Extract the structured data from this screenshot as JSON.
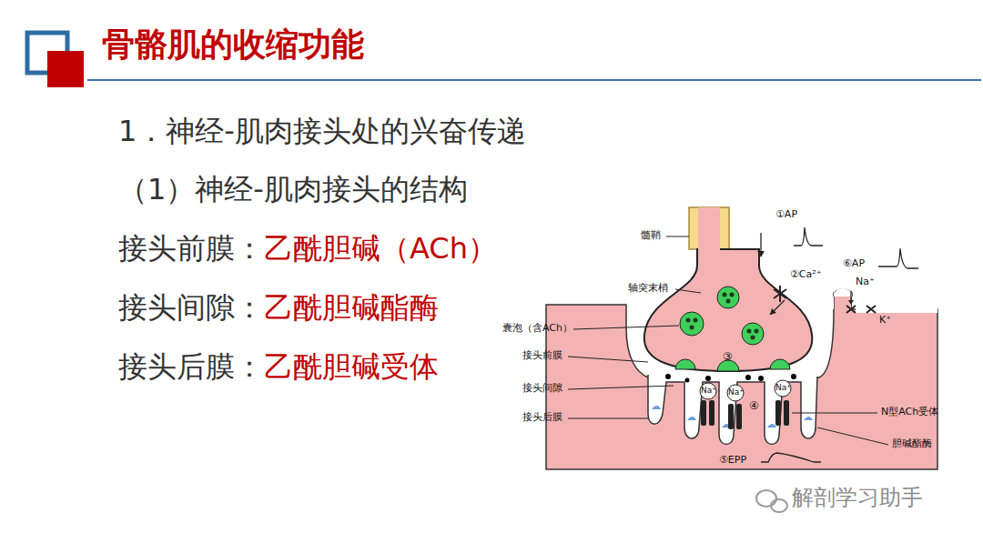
{
  "diagram": {
    "title": "骨骼肌的收缩功能",
    "labels": [
      "1．神经-肌肉接头处的兴奋传递",
      "（1）神经-肌肉接头的结构",
      "接头前膜：",
      "乙酰胆碱（ACh）",
      "接头间隙：",
      "乙酰胆碱酯酶",
      "接头后膜：",
      "乙酰胆碱受体",
      "①AP",
      "髓鞘",
      "②Ca²⁺",
      "轴突末梢",
      "⑥AP",
      "Na⁺",
      "K⁺",
      "囊泡（含ACh）",
      "③",
      "接头前膜",
      "接头间隙",
      "④",
      "Na⁺",
      "Na⁺",
      "Na⁺",
      "接头后膜",
      "N型ACh受体",
      "胆碱酯酶",
      "⑤EPP",
      "解剖学习助手"
    ]
  }
}
